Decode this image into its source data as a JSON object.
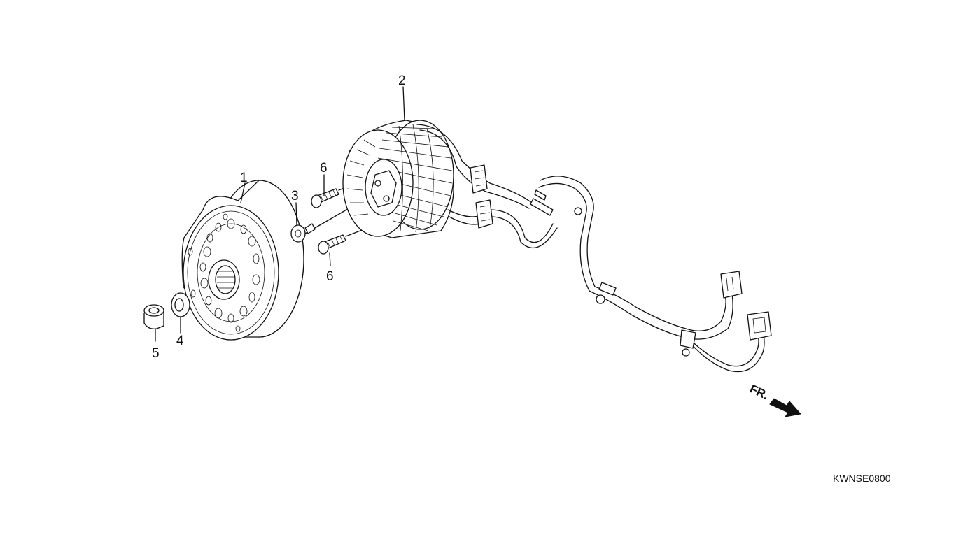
{
  "callouts": [
    {
      "id": "1",
      "label": "1"
    },
    {
      "id": "2",
      "label": "2"
    },
    {
      "id": "3",
      "label": "3"
    },
    {
      "id": "4",
      "label": "4"
    },
    {
      "id": "5",
      "label": "5"
    },
    {
      "id": "6a",
      "label": "6"
    },
    {
      "id": "6b",
      "label": "6"
    }
  ],
  "direction_marker": {
    "label": "FR."
  },
  "drawing_code": "KWNSE0800"
}
